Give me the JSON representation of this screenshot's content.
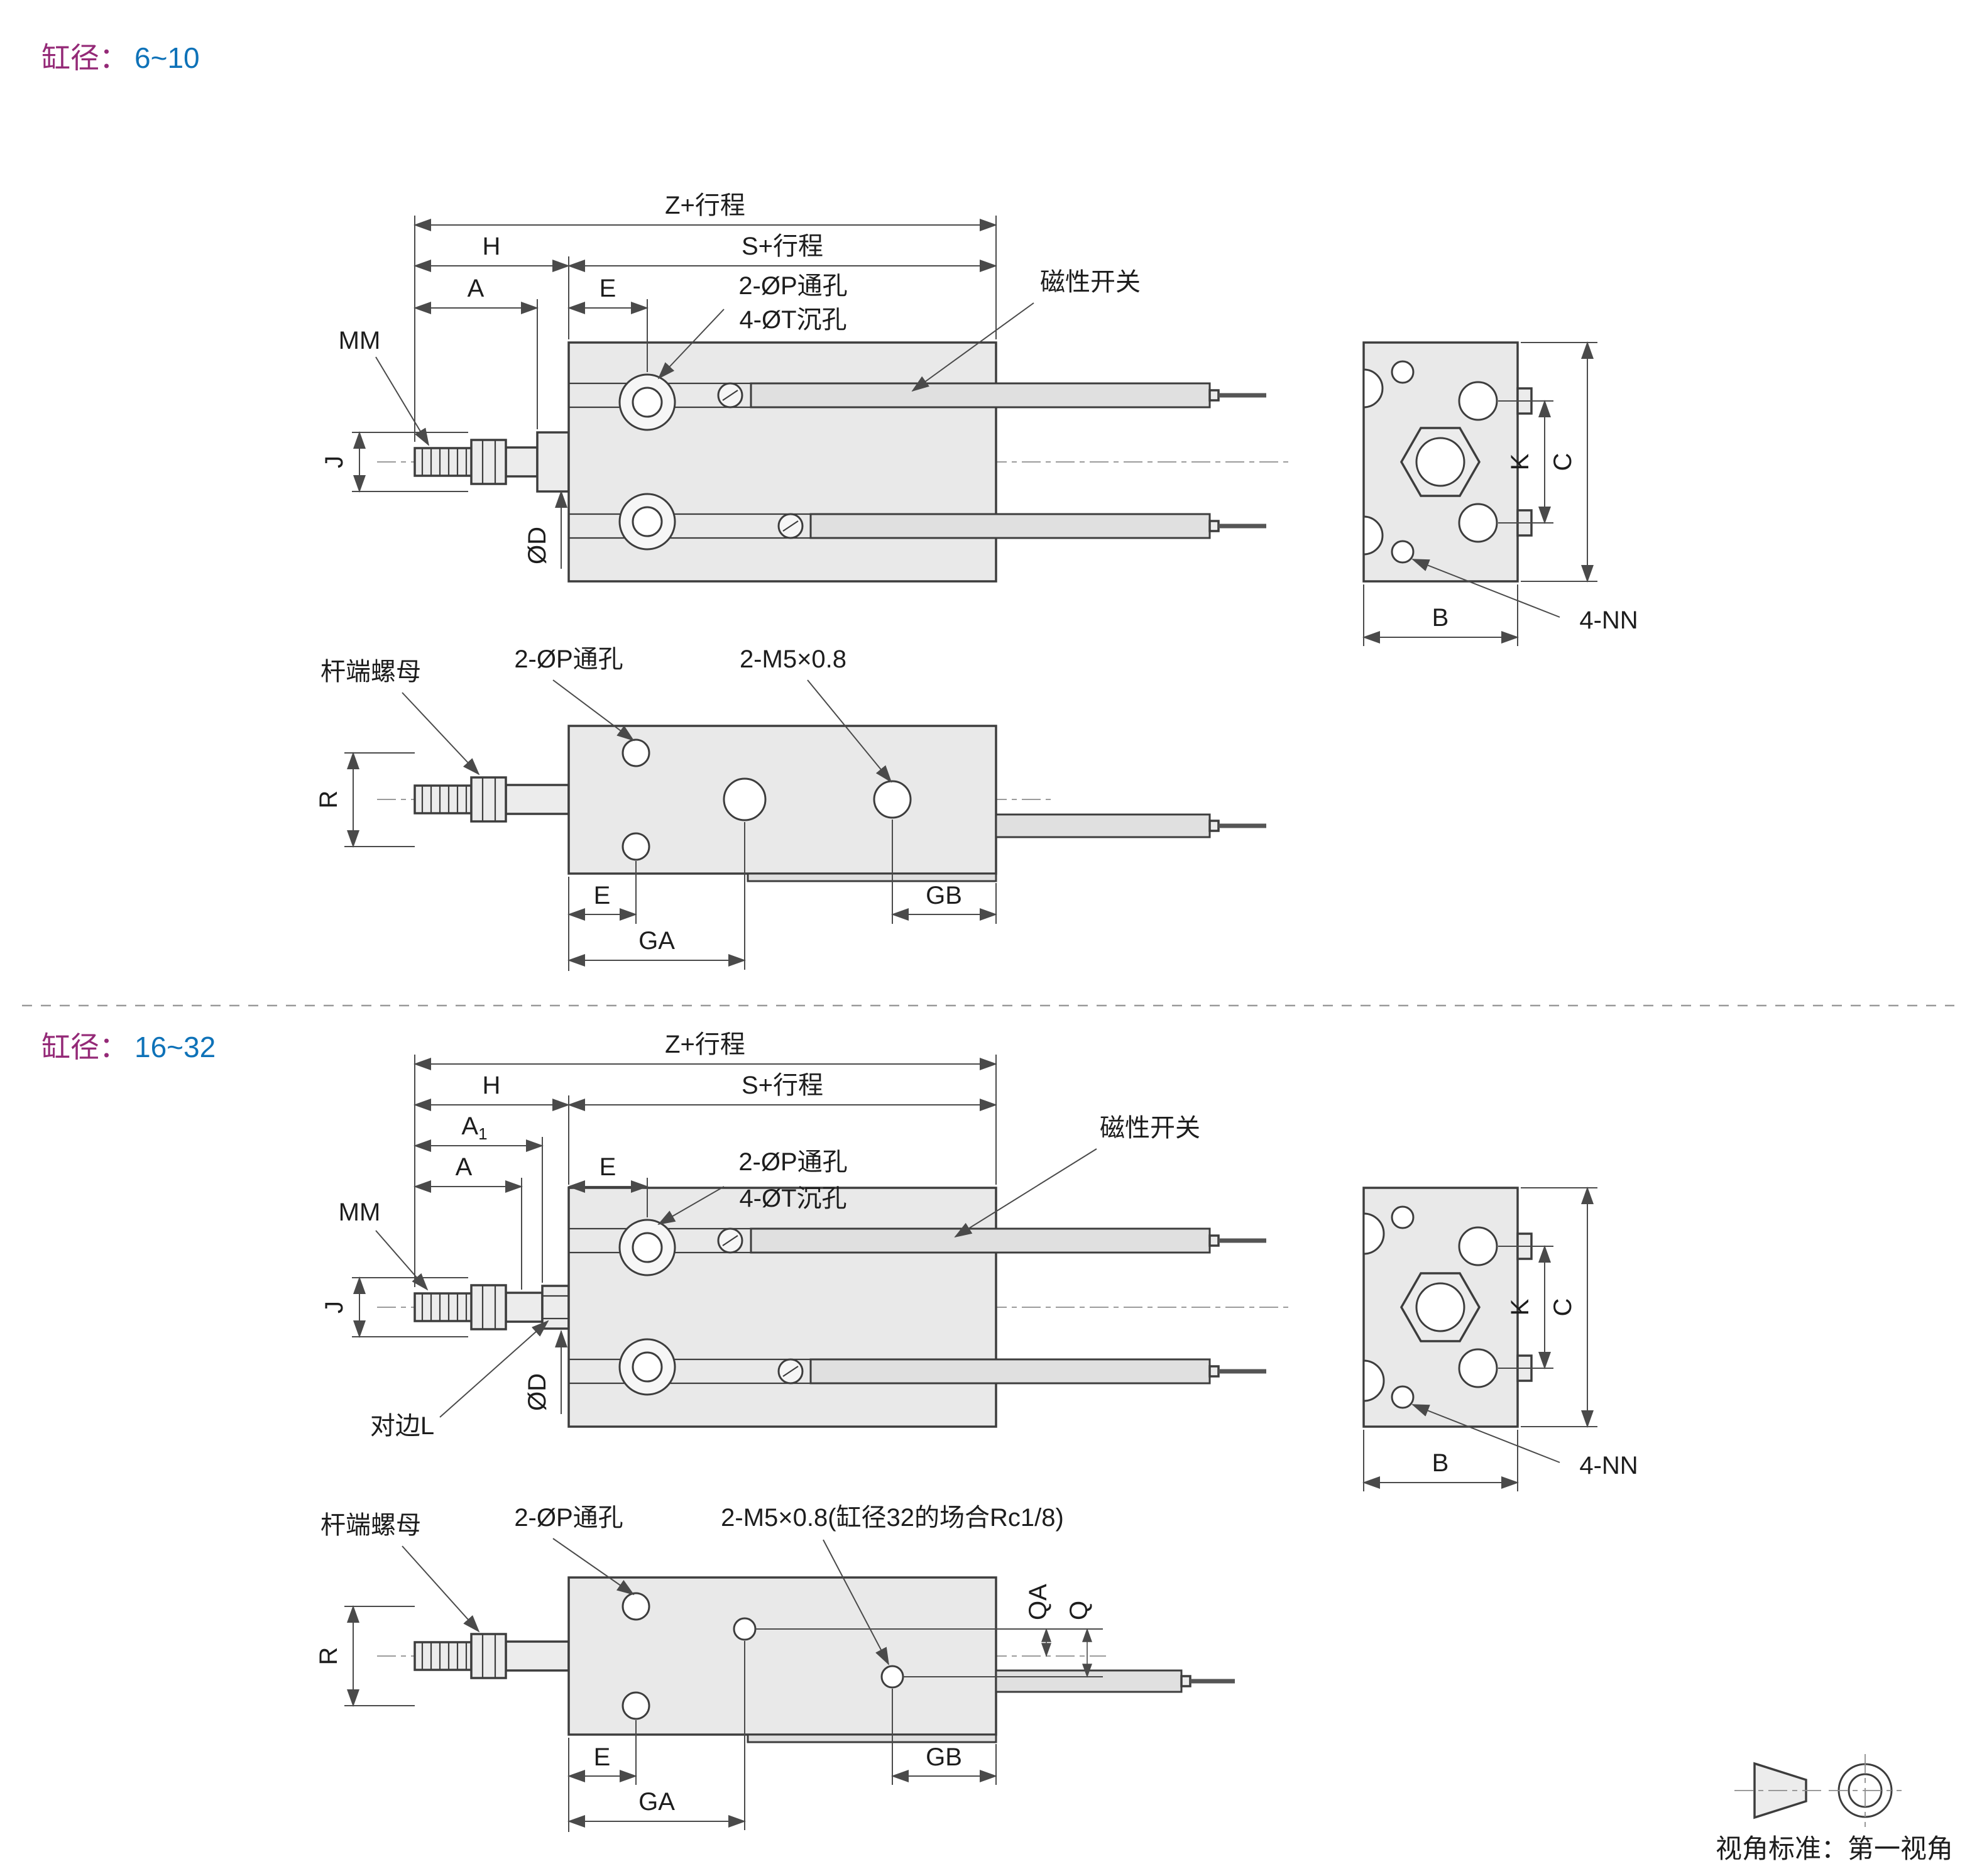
{
  "colors": {
    "title_label": "#942977",
    "title_value": "#0e72b8",
    "line": "#3d3d3d",
    "dim_line": "#4a4a4a",
    "body_fill": "#e9e9e9"
  },
  "sections": {
    "s1": {
      "bore_label": "缸径：",
      "bore_value": "6~10",
      "dims": {
        "z": "Z+行程",
        "s": "S+行程",
        "h": "H",
        "a": "A",
        "e": "E",
        "p_hole": "2-ØP通孔",
        "t_hole": "4-ØT沉孔",
        "switch": "磁性开关",
        "mm": "MM",
        "j": "J",
        "d": "ØD",
        "k": "K",
        "c": "C",
        "b": "B",
        "nn": "4-NN",
        "rod_nut": "杆端螺母",
        "p_hole_b": "2-ØP通孔",
        "port": "2-M5×0.8",
        "r": "R",
        "e_b": "E",
        "ga": "GA",
        "gb": "GB"
      }
    },
    "s2": {
      "bore_label": "缸径：",
      "bore_value": "16~32",
      "dims": {
        "z": "Z+行程",
        "s": "S+行程",
        "h": "H",
        "a1": "A",
        "a1_sub": "1",
        "a": "A",
        "e": "E",
        "p_hole": "2-ØP通孔",
        "t_hole": "4-ØT沉孔",
        "switch": "磁性开关",
        "mm": "MM",
        "j": "J",
        "d": "ØD",
        "flat": "对边L",
        "k": "K",
        "c": "C",
        "b": "B",
        "nn": "4-NN",
        "rod_nut": "杆端螺母",
        "p_hole_b": "2-ØP通孔",
        "port": "2-M5×0.8(缸径32的场合Rc1/8)",
        "r": "R",
        "qa": "QA",
        "q": "Q",
        "e_b": "E",
        "ga": "GA",
        "gb": "GB"
      }
    }
  },
  "footer": {
    "view_note": "视角标准：第一视角"
  }
}
